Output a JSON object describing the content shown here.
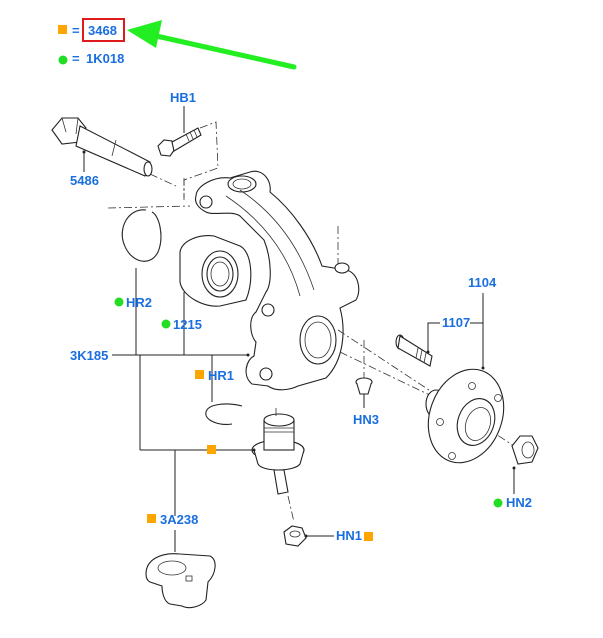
{
  "legend": {
    "orange_square": {
      "symbol": "orange-square",
      "equals": "=",
      "part_number": "3468",
      "highlighted": true
    },
    "green_circle": {
      "symbol": "green-circle",
      "equals": "=",
      "part_number": "1K018"
    }
  },
  "colors": {
    "label": "#1a6fe0",
    "orange_marker": "#ffa500",
    "green_marker": "#22dd22",
    "highlight_box": "#e0191b",
    "arrow": "#22ee22"
  },
  "labels": {
    "hb1": "HB1",
    "p5486": "5486",
    "hr2": "HR2",
    "p1215": "1215",
    "p3k185": "3K185",
    "hr1": "HR1",
    "hn3": "HN3",
    "p1104": "1104",
    "p1107": "1107",
    "hn2": "HN2",
    "p3a238": "3A238",
    "hn1": "HN1"
  }
}
